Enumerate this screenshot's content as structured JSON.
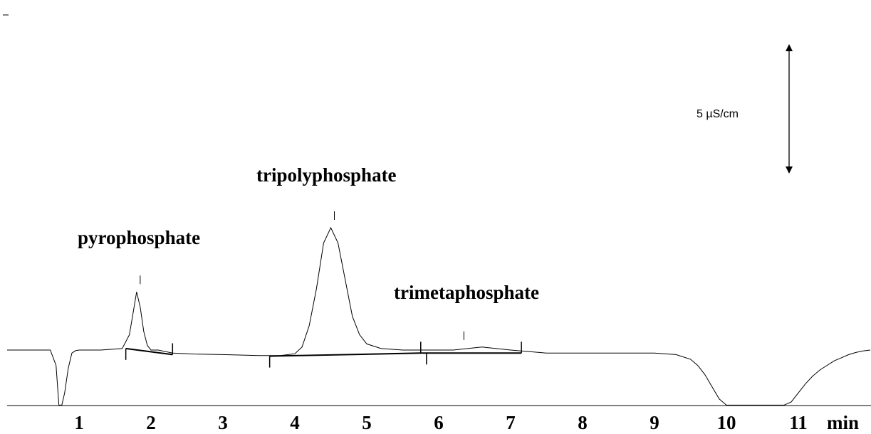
{
  "chart_data": {
    "type": "line",
    "title": "",
    "xlabel": "min",
    "ylabel": "",
    "xlim": [
      0,
      12
    ],
    "ylim": [
      -1.8,
      7.6
    ],
    "x_ticks": [
      1,
      2,
      3,
      4,
      5,
      6,
      7,
      8,
      9,
      10,
      11
    ],
    "x_tick_labels": [
      "1",
      "2",
      "3",
      "4",
      "5",
      "6",
      "7",
      "8",
      "9",
      "10",
      "11"
    ],
    "grid": false,
    "scale_bar": {
      "label": "5 µS/cm",
      "value": 5
    },
    "series": [
      {
        "x": [
          0.0,
          0.6,
          0.68,
          0.72,
          0.76,
          0.8,
          0.85,
          0.9,
          0.95,
          1.0,
          1.1,
          1.3,
          1.6,
          1.7,
          1.75,
          1.8,
          1.85,
          1.9,
          1.95,
          2.0,
          2.1,
          2.3,
          2.6,
          3.0,
          3.5,
          3.8,
          4.0,
          4.1,
          4.2,
          4.3,
          4.4,
          4.5,
          4.6,
          4.7,
          4.8,
          4.9,
          5.0,
          5.2,
          5.5,
          5.8,
          6.2,
          6.6,
          7.0,
          7.5,
          8.0,
          8.5,
          9.0,
          9.3,
          9.5,
          9.6,
          9.7,
          9.8,
          9.9,
          10.0,
          10.1,
          10.2,
          10.3,
          10.4,
          10.5,
          10.6,
          10.7,
          10.8,
          10.9,
          11.0,
          11.1,
          11.2,
          11.3,
          11.4,
          11.5,
          11.6,
          11.7,
          11.8,
          11.9,
          12.0
        ],
        "y": [
          0,
          0,
          -0.5,
          -1.8,
          -1.8,
          -1.4,
          -0.6,
          -0.1,
          -0.02,
          0,
          0,
          0,
          0.05,
          0.5,
          1.2,
          1.9,
          1.4,
          0.6,
          0.15,
          0,
          0,
          -0.1,
          -0.13,
          -0.15,
          -0.18,
          -0.18,
          -0.12,
          0.1,
          0.8,
          2.0,
          3.5,
          4.0,
          3.5,
          2.3,
          1.1,
          0.5,
          0.2,
          0.05,
          0,
          0,
          0,
          0.1,
          0,
          -0.1,
          -0.1,
          -0.1,
          -0.1,
          -0.15,
          -0.3,
          -0.5,
          -0.8,
          -1.2,
          -1.6,
          -1.8,
          -1.8,
          -1.8,
          -1.8,
          -1.8,
          -1.8,
          -1.8,
          -1.8,
          -1.8,
          -1.7,
          -1.4,
          -1.1,
          -0.85,
          -0.65,
          -0.5,
          -0.35,
          -0.25,
          -0.15,
          -0.08,
          -0.03,
          0
        ]
      }
    ],
    "annotations": [
      {
        "label": "pyrophosphate",
        "peak_x": 1.85
      },
      {
        "label": "tripolyphosphate",
        "peak_x": 4.55
      },
      {
        "label": "trimetaphosphate",
        "peak_x": 6.35
      }
    ],
    "baselines": [
      [
        [
          1.65,
          0.05
        ],
        [
          2.3,
          -0.15
        ]
      ],
      [
        [
          3.65,
          -0.2
        ],
        [
          5.75,
          -0.1
        ],
        [
          7.15,
          -0.1
        ]
      ]
    ],
    "integration_marks": [
      {
        "x": 1.65,
        "pos": "below"
      },
      {
        "x": 2.3,
        "pos": "above"
      },
      {
        "x": 3.65,
        "pos": "below"
      },
      {
        "x": 5.75,
        "pos": "above"
      },
      {
        "x": 5.83,
        "pos": "below"
      },
      {
        "x": 7.15,
        "pos": "above"
      }
    ],
    "peak_marks": [
      1.85,
      4.55,
      6.35
    ]
  }
}
